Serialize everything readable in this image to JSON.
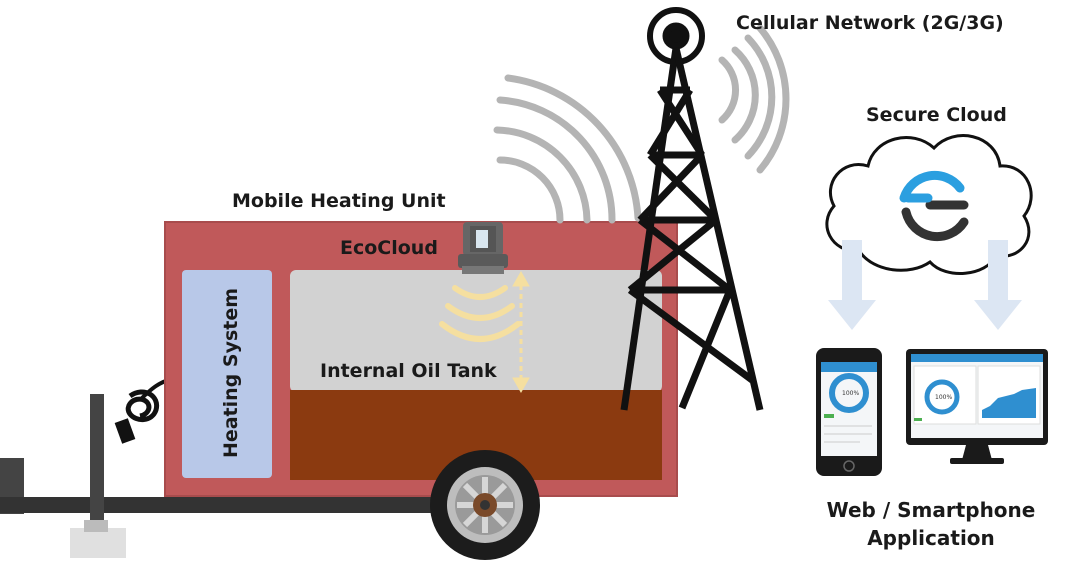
{
  "labels": {
    "cellular": "Cellular Network (2G/3G)",
    "cloud": "Secure Cloud",
    "unit": "Mobile Heating Unit",
    "ecocloud": "EcoCloud",
    "heating": "Heating System",
    "tank": "Internal Oil Tank",
    "app_line1": "Web / Smartphone",
    "app_line2": "Application"
  },
  "screens": {
    "phone_percent": "100%",
    "desktop_percent": "100%"
  },
  "colors": {
    "trailer_body": "#c0595a",
    "heating_panel": "#b8c8e8",
    "tank_empty": "#d2d2d2",
    "oil": "#8b3a10",
    "signal_waves": "#b4b4b4",
    "sensor_waves": "#f5dfa0",
    "arrows": "#dce6f3",
    "gauge": "#2f8fd0",
    "cloud_logo_blue": "#2b9fe0",
    "cloud_logo_dark": "#333333"
  },
  "icons": [
    "tower-icon",
    "cloud-icon",
    "ecocloud-logo-icon",
    "sensor-icon",
    "smartphone-icon",
    "monitor-icon",
    "wheel-icon",
    "plug-icon"
  ]
}
